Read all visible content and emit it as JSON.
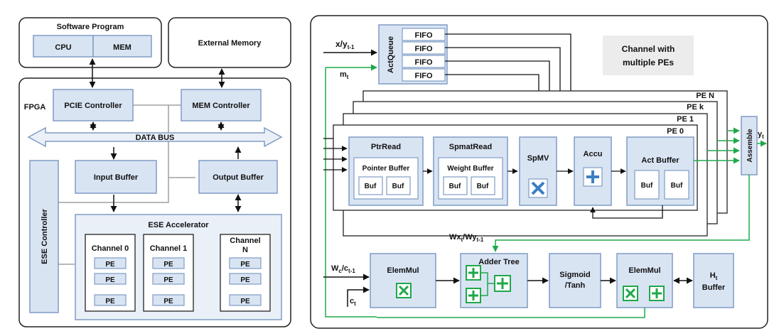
{
  "left_system": {
    "software_program": "Software Program",
    "cpu": "CPU",
    "mem": "MEM",
    "external_memory": "External Memory",
    "fpga": "FPGA",
    "pcie_controller": "PCIE Controller",
    "mem_controller": "MEM Controller",
    "data_bus": "DATA BUS",
    "input_buffer": "Input Buffer",
    "output_buffer": "Output Buffer",
    "ese_controller": "ESE Controller",
    "ese_accelerator": "ESE Accelerator",
    "channels": [
      {
        "label_line1": "Channel 0",
        "label_line2": "",
        "pes": [
          "PE",
          "PE",
          "PE"
        ]
      },
      {
        "label_line1": "Channel 1",
        "label_line2": "",
        "pes": [
          "PE",
          "PE",
          "PE"
        ]
      },
      {
        "label_line1": "Channel",
        "label_line2": "N",
        "pes": [
          "PE",
          "PE",
          "PE"
        ]
      }
    ]
  },
  "right_channel": {
    "input_x": "x/y",
    "input_x_sub": "t-1",
    "input_m": "m",
    "input_m_sub": "t",
    "act_queue": "ActQueue",
    "fifos": [
      "FIFO",
      "FIFO",
      "FIFO",
      "FIFO"
    ],
    "note_line1": "Channel with",
    "note_line2": "multiple PEs",
    "pe_labels": [
      "PE N",
      "PE k",
      "PE 1",
      "PE 0"
    ],
    "ptr_read": "PtrRead",
    "pointer_buffer": "Pointer Buffer",
    "spmat_read": "SpmatRead",
    "weight_buffer": "Weight Buffer",
    "buf": "Buf",
    "spmv": "SpMV",
    "accu": "Accu",
    "act_buffer": "Act Buffer",
    "assemble": "Assemble",
    "output_y": "y",
    "output_y_sub": "t",
    "wx_label": "Wx",
    "wx_sub1": "t",
    "wy_label": "/Wy",
    "wy_sub": "t-1",
    "wc_label": "W",
    "wc_sub": "c",
    "wc_mid": "/c",
    "wc_sub2": "t-1",
    "ct_label": "c",
    "ct_sub": "t",
    "elem_mul_1": "ElemMul",
    "adder_tree": "Adder Tree",
    "sigmoid_line1": "Sigmoid",
    "sigmoid_line2": "/Tanh",
    "elem_mul_2": "ElemMul",
    "ht_label": "H",
    "ht_sub": "t",
    "ht_buffer": "Buffer"
  },
  "colors": {
    "block_fill": "#d9e4f3",
    "block_stroke": "#7f9cc4",
    "panel_fill": "#eaf0f8",
    "green": "#1fa84a",
    "note_fill": "#ececec"
  }
}
